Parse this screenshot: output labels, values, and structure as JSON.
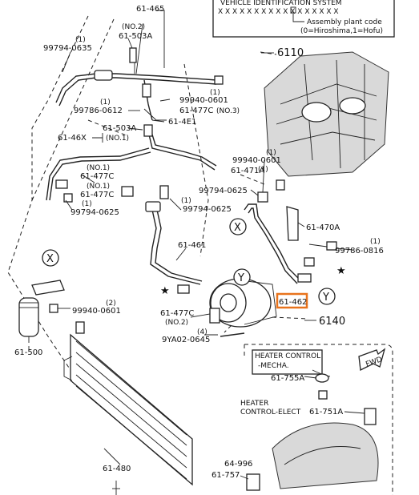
{
  "id_box": {
    "line1": "VEHICLE IDENTIFICATION SYSTEM",
    "line2": "X X X X X X X X X X X X X X X X X",
    "line3": "Assembly plant code",
    "line4": "(0=Hiroshima,1=Hofu)"
  },
  "callouts": {
    "p61465": "61-465",
    "no2_top": "(NO.2)",
    "p61503A_top": "61-503A",
    "q1_99794a": "(1)",
    "p99794_0635": "99794-0635",
    "q1_99940a": "(1)",
    "p99940_0601a": "99940-0601",
    "p61477C_no3": "61-477C",
    "no3": "(NO.3)",
    "p99786_0612": "99786-0612",
    "q1_99786a": "(1)",
    "p614E1": "61-4E1",
    "p61503A_mid": "61-503A",
    "no1_mid": "(NO.1)",
    "p6146X": "61-46X",
    "no1_left": "(NO.1)",
    "p61477C_left": "61-477C",
    "no1_left2": "(NO.1)",
    "p61477C_left2": "61-477C",
    "q1_99794b": "(1)",
    "p99794_0625a": "99794-0625",
    "p99794_0625b": "99794-0625",
    "q1_99794c": "(1)",
    "p6110": "6110",
    "q1_99940b": "(1)",
    "p99940_0601b": "99940-0601",
    "q1_61471A": "(1)",
    "p61471A": "61-471A",
    "p99794_0625c": "99794-0625",
    "p61470A": "61-470A",
    "q1_99786b": "(1)",
    "p99786_0816": "99786-0816",
    "p61461": "61-461",
    "p61462": "61-462",
    "p61477C_no2": "61-477C",
    "no2_bottom": "(NO.2)",
    "q4": "(4)",
    "p9YA02_0645": "9YA02-0645",
    "p6140": "6140",
    "q2": "(2)",
    "p99940_0601c": "99940-0601",
    "p61500": "61-500",
    "p61480": "61-480",
    "heater_mecha1": "HEATER CONTROL",
    "heater_mecha2": "-MECHA.",
    "p61755A": "61-755A",
    "heater_elect1": "HEATER",
    "heater_elect2": "CONTROL-ELECT",
    "p61751A": "61-751A",
    "p64996": "64-996",
    "p61757": "61-757",
    "fwd": "FWD"
  },
  "markers": {
    "x_top": "X",
    "x_left": "X",
    "y_mid": "Y",
    "y_right": "Y"
  },
  "colors": {
    "highlight": "#e8731c",
    "line": "#222222",
    "engine_fill": "#d9d9d9"
  }
}
